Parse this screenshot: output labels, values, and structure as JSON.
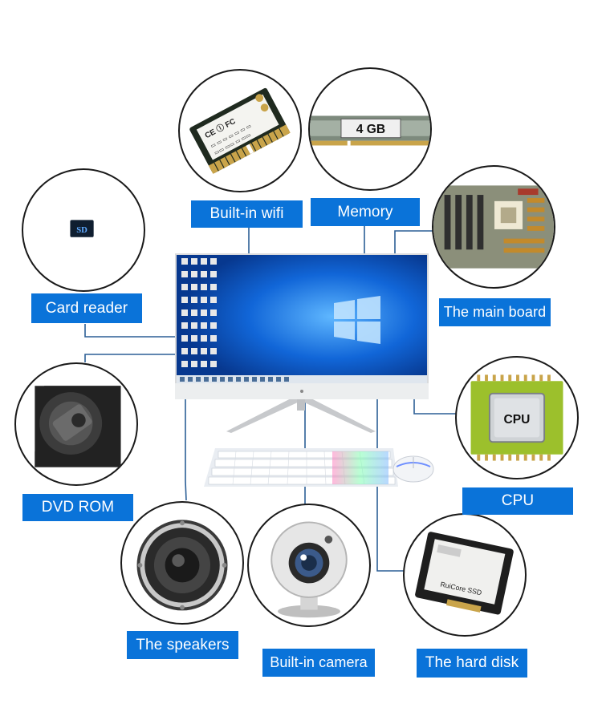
{
  "labels": {
    "wifi": "Built-in wifi",
    "memory": "Memory",
    "card_reader": "Card reader",
    "main_board": "The main board",
    "dvd": "DVD ROM",
    "cpu": "CPU",
    "speakers": "The speakers",
    "camera": "Built-in camera",
    "hard_disk": "The hard disk"
  },
  "parts": {
    "memory_size": "4 GB",
    "sd_mark": "SD",
    "cpu_mark": "CPU",
    "ssd_brand": "RuiCore SSD"
  },
  "colors": {
    "label_bg": "#0a73d9",
    "connector": "#2c5f96",
    "windows_blue": "#0b58c9"
  }
}
